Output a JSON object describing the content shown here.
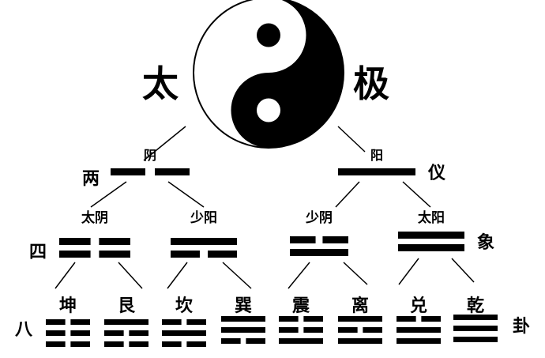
{
  "taiji": {
    "left": "太",
    "right": "极"
  },
  "two_modes": {
    "left": "两",
    "right": "仪",
    "items": [
      {
        "label": "阴",
        "lines": [
          "yin"
        ]
      },
      {
        "label": "阳",
        "lines": [
          "yang"
        ]
      }
    ]
  },
  "four_images": {
    "left": "四",
    "right": "象",
    "items": [
      {
        "label": "太阴",
        "lines": [
          "yin",
          "yin"
        ]
      },
      {
        "label": "少阳",
        "lines": [
          "yang",
          "yin"
        ]
      },
      {
        "label": "少阴",
        "lines": [
          "yin",
          "yang"
        ]
      },
      {
        "label": "太阳",
        "lines": [
          "yang",
          "yang"
        ]
      }
    ]
  },
  "eight_trigrams": {
    "left": "八",
    "right": "卦",
    "items": [
      {
        "label": "坤",
        "lines": [
          "yin",
          "yin",
          "yin"
        ]
      },
      {
        "label": "艮",
        "lines": [
          "yang",
          "yin",
          "yin"
        ]
      },
      {
        "label": "坎",
        "lines": [
          "yin",
          "yang",
          "yin"
        ]
      },
      {
        "label": "巽",
        "lines": [
          "yang",
          "yang",
          "yin"
        ]
      },
      {
        "label": "震",
        "lines": [
          "yin",
          "yin",
          "yang"
        ]
      },
      {
        "label": "离",
        "lines": [
          "yang",
          "yin",
          "yang"
        ]
      },
      {
        "label": "兑",
        "lines": [
          "yin",
          "yang",
          "yang"
        ]
      },
      {
        "label": "乾",
        "lines": [
          "yang",
          "yang",
          "yang"
        ]
      }
    ]
  }
}
